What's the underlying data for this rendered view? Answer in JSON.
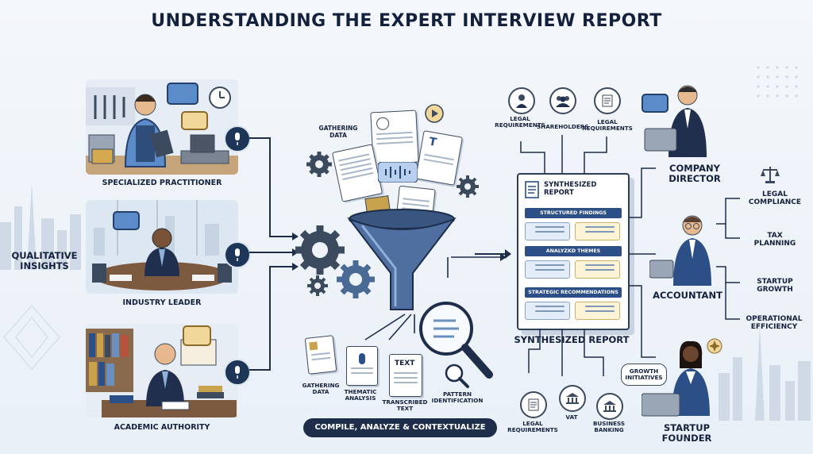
{
  "title": "UNDERSTANDING THE EXPERT INTERVIEW REPORT",
  "left_panel": {
    "qualitative_insights": "QUALITATIVE\nINSIGHTS",
    "experts": [
      {
        "label": "SPECIALIZED PRACTITIONER"
      },
      {
        "label": "INDUSTRY LEADER"
      },
      {
        "label": "ACADEMIC AUTHORITY"
      }
    ]
  },
  "funnel": {
    "gathering_label": "GATHERING\nDATA",
    "steps": [
      {
        "label": "GATHERING\nDATA"
      },
      {
        "label": "THEMATIC\nANALYSIS"
      },
      {
        "label": "TRANSCRIBED\nTEXT"
      },
      {
        "label": "PATTERN\nIDENTIFICATION"
      }
    ],
    "text_doc_label": "TEXT",
    "process_label": "COMPILE, ANALYZE & CONTEXTUALIZE"
  },
  "report": {
    "title": "SYNTHESIZED\nREPORT",
    "sections": [
      "STRUCTURED FINDINGS",
      "ANALYZKD THEMES",
      "STRATEGIC RECOMMENDATIONS"
    ],
    "caption": "SYNTHESIZED REPORT",
    "top_icons": [
      {
        "label": "LEGAL\nREQUIREMENTS",
        "icon": "legal-person-icon"
      },
      {
        "label": "SHAREHOLDERS",
        "icon": "group-icon"
      },
      {
        "label": "LEGAL\nREQUIREMENTS",
        "icon": "checklist-icon"
      }
    ],
    "bottom_icons": [
      {
        "label": "LEGAL\nREQUIREMENTS",
        "icon": "document-icon"
      },
      {
        "label": "VAT",
        "icon": "bank-icon"
      },
      {
        "label": "BUSINESS\nBANKING",
        "icon": "bank-icon"
      }
    ]
  },
  "stakeholders": [
    {
      "label": "COMPANY\nDIRECTOR"
    },
    {
      "label": "ACCOUNTANT"
    },
    {
      "label": "STARTUP FOUNDER"
    }
  ],
  "growth_initiatives": "GROWTH\nINITIATIVES",
  "accountant_outcomes": [
    {
      "label": "LEGAL\nCOMPLIANCE"
    },
    {
      "label": "TAX\nPLANNING"
    },
    {
      "label": "STARTUP\nGROWTH"
    },
    {
      "label": "OPERATIONAL\nEFFICIENCY"
    }
  ],
  "colors": {
    "navy": "#14213d",
    "blue": "#2b4f86",
    "accent": "#5b8bc9",
    "gold": "#f2d79a"
  }
}
